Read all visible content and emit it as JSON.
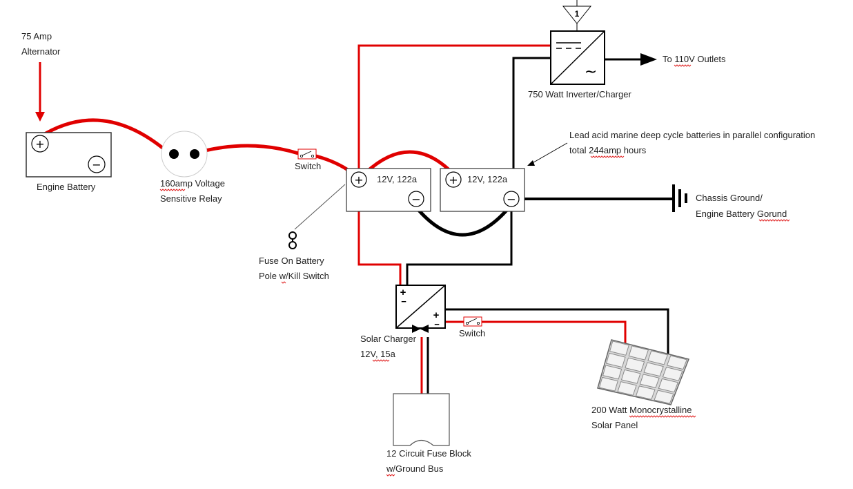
{
  "colors": {
    "positive_wire": "#e00000",
    "negative_wire": "#000000",
    "label_text": "#222222"
  },
  "marker": {
    "number": "1"
  },
  "labels": {
    "alternator_line1": "75 Amp",
    "alternator_line2": "Alternator",
    "engine_battery": "Engine Battery",
    "relay_line1": "160amp Voltage",
    "relay_line2": "Sensitive Relay",
    "switch_top": "Switch",
    "fuse_line1": "Fuse On Battery",
    "fuse_line2": "Pole w/Kill Switch",
    "battery1": "12V, 122a",
    "battery2": "12V, 122a",
    "inverter": "750 Watt Inverter/Charger",
    "outlets": "To 110V Outlets",
    "batteries_note_line1": "Lead acid marine deep cycle batteries in parallel configuration",
    "batteries_note_line2": "total 244amp hours",
    "ground_line1": "Chassis Ground/",
    "ground_line2": "Engine Battery Gorund",
    "solar_charger_line1": "Solar Charger",
    "solar_charger_line2": "12V, 15a",
    "switch_bottom": "Switch",
    "panel_line1": "200 Watt Monocrystalline",
    "panel_line2": "Solar Panel",
    "fuse_block_line1": "12 Circuit Fuse Block",
    "fuse_block_line2": "w/Ground Bus"
  },
  "symbols": {
    "plus": "+",
    "minus": "−",
    "tilde": "~"
  }
}
